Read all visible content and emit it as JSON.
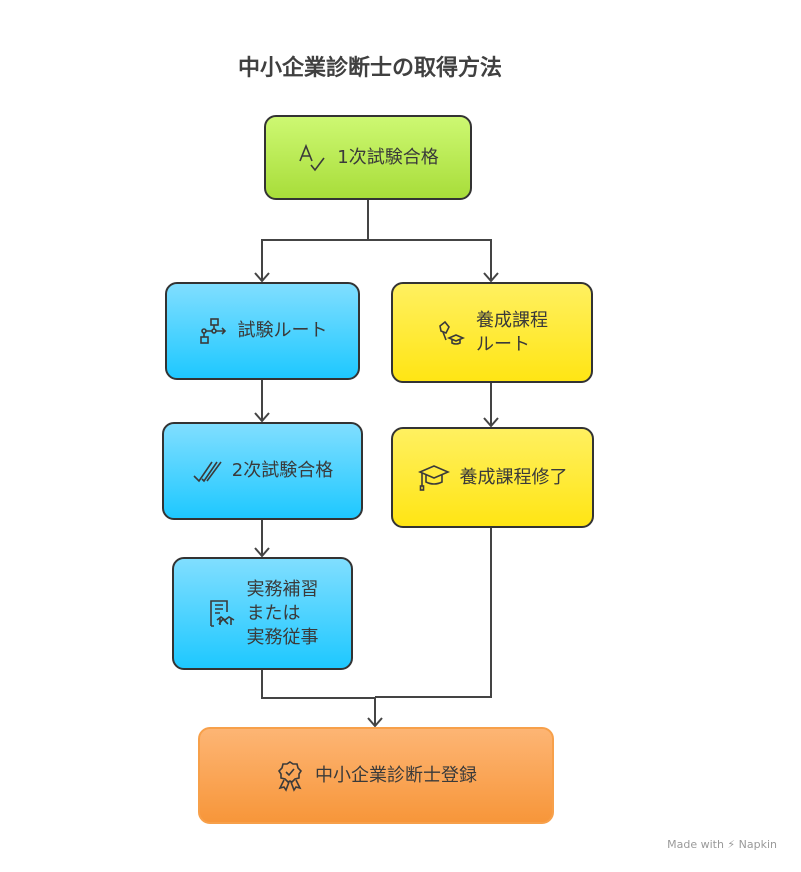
{
  "title": "中小企業診断士の取得方法",
  "nodes": {
    "first_exam": {
      "label": "1次試験合格",
      "icon": "spell-check-icon",
      "color": "#b8e84e"
    },
    "exam_route": {
      "label": "試験ルート",
      "icon": "flowchart-icon",
      "color": "#4fd4ff"
    },
    "training_route": {
      "lines": [
        "養成課程",
        "ルート"
      ],
      "icon": "pin-graduation-icon",
      "color": "#fff040"
    },
    "second_exam": {
      "label": "2次試験合格",
      "icon": "double-check-icon",
      "color": "#4fd4ff"
    },
    "training_complete": {
      "label": "養成課程修了",
      "icon": "graduation-cap-icon",
      "color": "#fff040"
    },
    "practice": {
      "lines": [
        "実務補習",
        "または",
        "実務従事"
      ],
      "icon": "certificate-document-icon",
      "color": "#4fd4ff"
    },
    "registration": {
      "label": "中小企業診断士登録",
      "icon": "award-badge-icon",
      "color": "#f9a552"
    }
  },
  "credit": "Made with ⚡ Napkin"
}
